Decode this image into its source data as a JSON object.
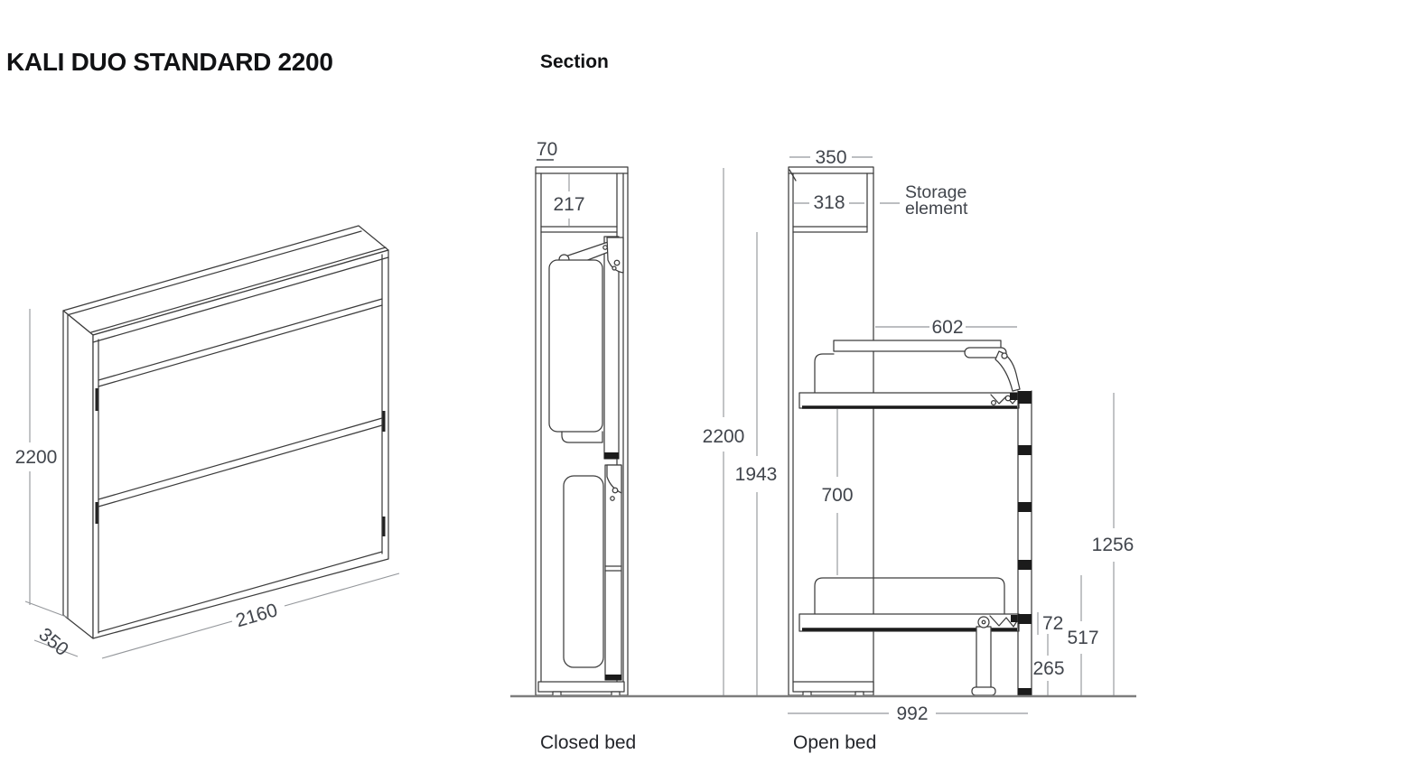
{
  "title": "KALI DUO STANDARD 2200",
  "section_heading": "Section",
  "isometric": {
    "height_mm": "2200",
    "width_mm": "2160",
    "depth_mm": "350"
  },
  "closed_bed": {
    "label": "Closed bed",
    "top_panel_mm": "70",
    "storage_inner_mm": "217",
    "total_height_mm": "2200",
    "front_height_mm": "1943"
  },
  "open_bed": {
    "label": "Open bed",
    "depth_mm": "350",
    "storage_inner_mm": "318",
    "storage_note_line1": "Storage",
    "storage_note_line2": "element",
    "bed_depth_mm": "602",
    "bunk_clearance_mm": "700",
    "upper_bed_height_mm": "1256",
    "platform_thickness_mm": "72",
    "lower_bed_height_mm": "517",
    "under_bed_clearance_mm": "265",
    "floor_projection_mm": "992"
  }
}
